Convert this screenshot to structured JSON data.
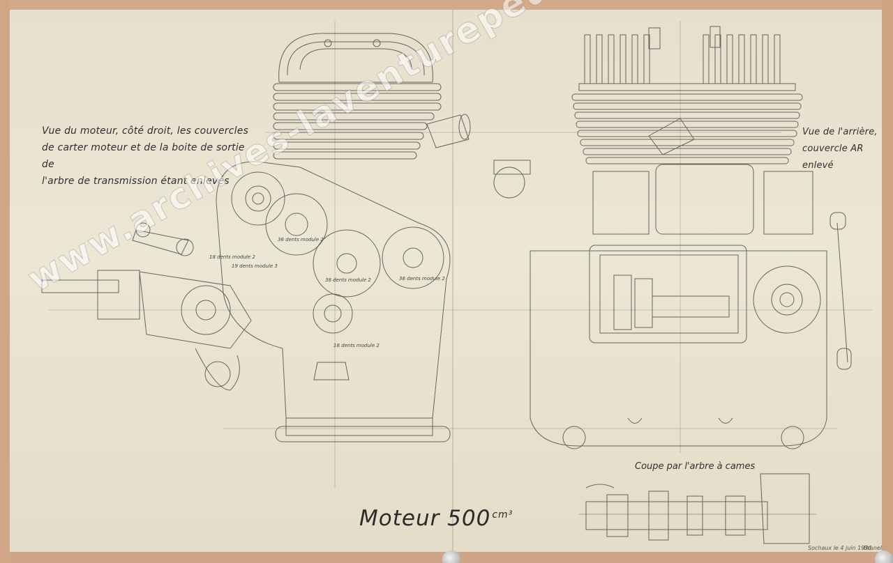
{
  "document": {
    "title": "Moteur 500",
    "title_unit": "cm³",
    "left_view_caption": [
      "Vue du moteur, côté droit, les couvercles",
      "de carter moteur et de la boite de sortie de",
      "l'arbre de transmission étant enlevés"
    ],
    "right_view_caption": [
      "Vue de l'arrière,",
      "couvercle AR enlevé"
    ],
    "section_caption": "Coupe par l'arbre à cames",
    "gear_labels": {
      "g1": "18 dents module 2",
      "g2": "19 dents module 3",
      "g3": "36 dents module 2",
      "g4": "38 dents module 2",
      "g5": "36 dents module 2",
      "g6": "18 dents module 2"
    },
    "date_note": "Sochaux le 4 juin 1930",
    "signature": "Brunel"
  },
  "watermark": {
    "text": "www.archives-laventurepeugeotcitroendds.com"
  },
  "colors": {
    "paper": "#ece6d4",
    "border": "#d3a98a",
    "ink": "#3a3a3a"
  }
}
